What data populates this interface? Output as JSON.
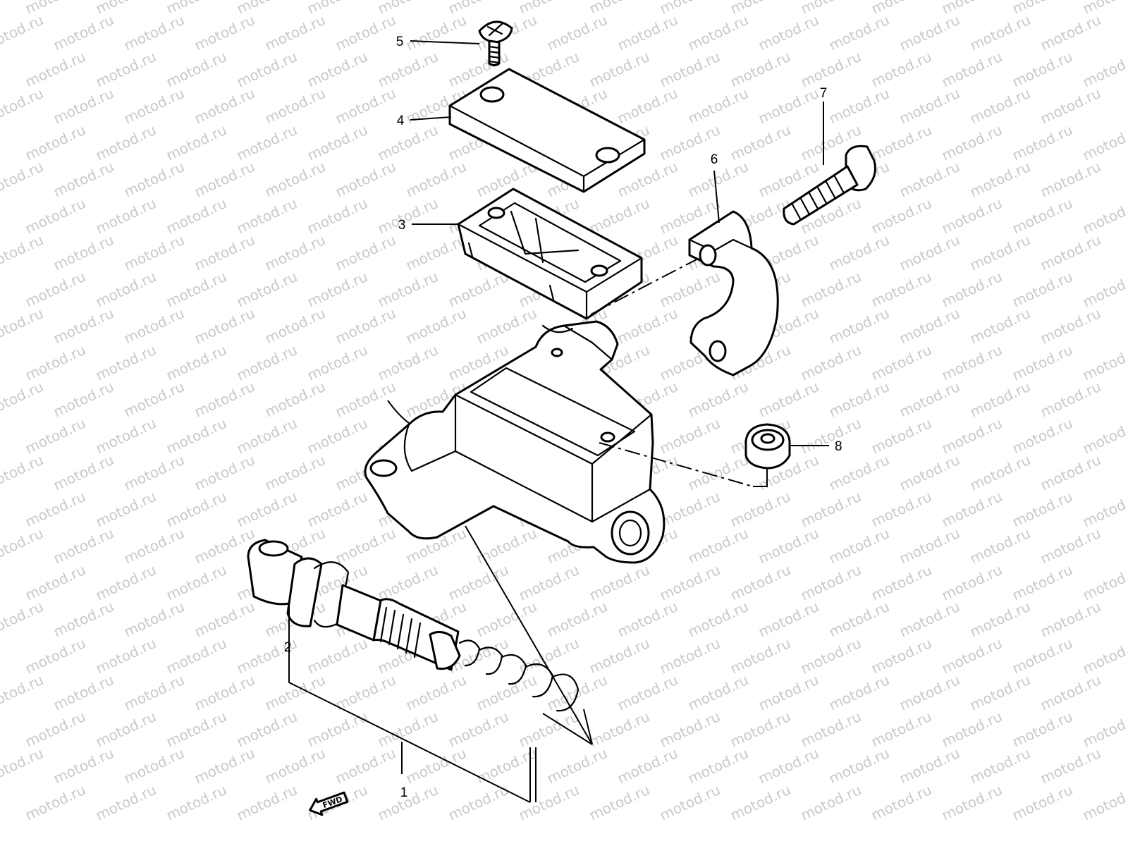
{
  "watermark": {
    "text": "motod.ru",
    "color": "#c8c8c8"
  },
  "direction_marker": {
    "label": "FWD",
    "icon": "arrow-left-icon"
  },
  "callouts": [
    {
      "number": "1"
    },
    {
      "number": "2"
    },
    {
      "number": "3"
    },
    {
      "number": "4"
    },
    {
      "number": "5"
    },
    {
      "number": "6"
    },
    {
      "number": "7"
    },
    {
      "number": "8"
    }
  ],
  "colors": {
    "line": "#000000",
    "background": "#ffffff"
  }
}
